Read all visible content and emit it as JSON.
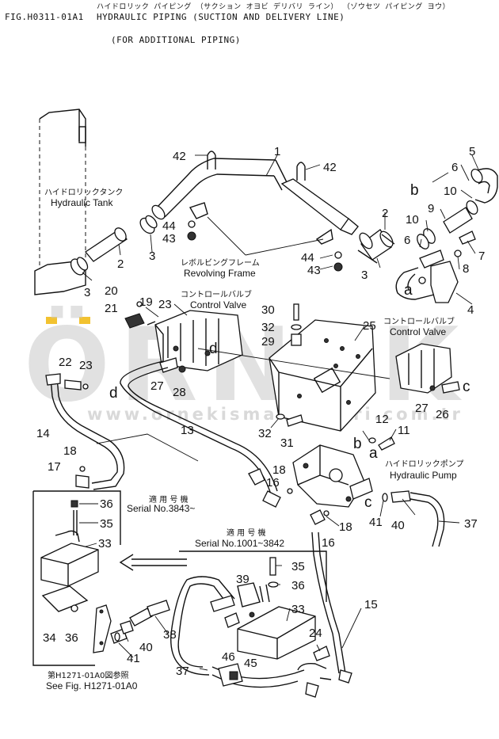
{
  "header": {
    "fig_id": "FIG.H0311-01A1",
    "title_kana": "ハイドロリック パイピング （サクション オヨビ デリバリ ライン） （ゾウセツ パイピング ヨウ）",
    "title_en": "HYDRAULIC PIPING (SUCTION AND DELIVERY LINE)",
    "subtitle": "(FOR ADDITIONAL PIPING)"
  },
  "watermark": {
    "brand": "ÖRNEK",
    "url": "www.ornekismakinalari.com.tr",
    "color": "#c9c9c9",
    "accent": "#f2c230"
  },
  "labels": {
    "hydraulic_tank_jp": "ハイドロリックタンク",
    "hydraulic_tank_en": "Hydraulic Tank",
    "revolving_frame_jp": "レボルビングフレーム",
    "revolving_frame_en": "Revolving Frame",
    "control_valve_jp": "コントロールバルブ",
    "control_valve_en": "Control Valve",
    "control_valve2_jp": "コントロールバルブ",
    "control_valve2_en": "Control Valve",
    "hydraulic_pump_jp": "ハイドロリックポンプ",
    "hydraulic_pump_en": "Hydraulic Pump",
    "serial_left_jp": "適 用 号 機",
    "serial_left": "Serial No.3843~",
    "serial_mid_jp": "適 用 号 機",
    "serial_mid": "Serial No.1001~3842",
    "see_fig_jp": "第H1271-01A0図参照",
    "see_fig": "See Fig. H1271-01A0"
  },
  "callouts": [
    {
      "id": "c1",
      "text": "1"
    },
    {
      "id": "c42a",
      "text": "42"
    },
    {
      "id": "c42b",
      "text": "42"
    },
    {
      "id": "c5",
      "text": "5"
    },
    {
      "id": "c6a",
      "text": "6"
    },
    {
      "id": "c10a",
      "text": "10"
    },
    {
      "id": "cb1",
      "text": "b"
    },
    {
      "id": "c2a",
      "text": "2"
    },
    {
      "id": "c9",
      "text": "9"
    },
    {
      "id": "c10b",
      "text": "10"
    },
    {
      "id": "c6b",
      "text": "6"
    },
    {
      "id": "c7",
      "text": "7"
    },
    {
      "id": "c8",
      "text": "8"
    },
    {
      "id": "ca1",
      "text": "a"
    },
    {
      "id": "c4",
      "text": "4"
    },
    {
      "id": "c44a",
      "text": "44"
    },
    {
      "id": "c43a",
      "text": "43"
    },
    {
      "id": "c3a",
      "text": "3"
    },
    {
      "id": "c2b",
      "text": "2"
    },
    {
      "id": "c3b",
      "text": "3"
    },
    {
      "id": "c44b",
      "text": "44"
    },
    {
      "id": "c43b",
      "text": "43"
    },
    {
      "id": "c3c",
      "text": "3"
    },
    {
      "id": "c20",
      "text": "20"
    },
    {
      "id": "c19",
      "text": "19"
    },
    {
      "id": "c21",
      "text": "21"
    },
    {
      "id": "c23a",
      "text": "23"
    },
    {
      "id": "c30",
      "text": "30"
    },
    {
      "id": "c32a",
      "text": "32"
    },
    {
      "id": "c29",
      "text": "29"
    },
    {
      "id": "c25",
      "text": "25"
    },
    {
      "id": "cd1",
      "text": "d"
    },
    {
      "id": "c22",
      "text": "22"
    },
    {
      "id": "c23b",
      "text": "23"
    },
    {
      "id": "cd2",
      "text": "d"
    },
    {
      "id": "c27a",
      "text": "27"
    },
    {
      "id": "c28",
      "text": "28"
    },
    {
      "id": "cc1",
      "text": "c"
    },
    {
      "id": "c27b",
      "text": "27"
    },
    {
      "id": "c26",
      "text": "26"
    },
    {
      "id": "c14",
      "text": "14"
    },
    {
      "id": "c13",
      "text": "13"
    },
    {
      "id": "c32b",
      "text": "32"
    },
    {
      "id": "c31",
      "text": "31"
    },
    {
      "id": "c12",
      "text": "12"
    },
    {
      "id": "c11",
      "text": "11"
    },
    {
      "id": "cb2",
      "text": "b"
    },
    {
      "id": "ca2",
      "text": "a"
    },
    {
      "id": "c18a",
      "text": "18"
    },
    {
      "id": "c17",
      "text": "17"
    },
    {
      "id": "c18b",
      "text": "18"
    },
    {
      "id": "c16a",
      "text": "16"
    },
    {
      "id": "cc2",
      "text": "c"
    },
    {
      "id": "c41a",
      "text": "41"
    },
    {
      "id": "c40a",
      "text": "40"
    },
    {
      "id": "c37a",
      "text": "37"
    },
    {
      "id": "c18c",
      "text": "18"
    },
    {
      "id": "c16b",
      "text": "16"
    },
    {
      "id": "c36a",
      "text": "36"
    },
    {
      "id": "c35a",
      "text": "35"
    },
    {
      "id": "c33a",
      "text": "33"
    },
    {
      "id": "c34",
      "text": "34"
    },
    {
      "id": "c36b",
      "text": "36"
    },
    {
      "id": "c35b",
      "text": "35"
    },
    {
      "id": "c36c",
      "text": "36"
    },
    {
      "id": "c39",
      "text": "39"
    },
    {
      "id": "c33b",
      "text": "33"
    },
    {
      "id": "c40b",
      "text": "40"
    },
    {
      "id": "c38",
      "text": "38"
    },
    {
      "id": "c41b",
      "text": "41"
    },
    {
      "id": "c24",
      "text": "24"
    },
    {
      "id": "c15",
      "text": "15"
    },
    {
      "id": "c37b",
      "text": "37"
    },
    {
      "id": "c46",
      "text": "46"
    },
    {
      "id": "c45",
      "text": "45"
    }
  ]
}
